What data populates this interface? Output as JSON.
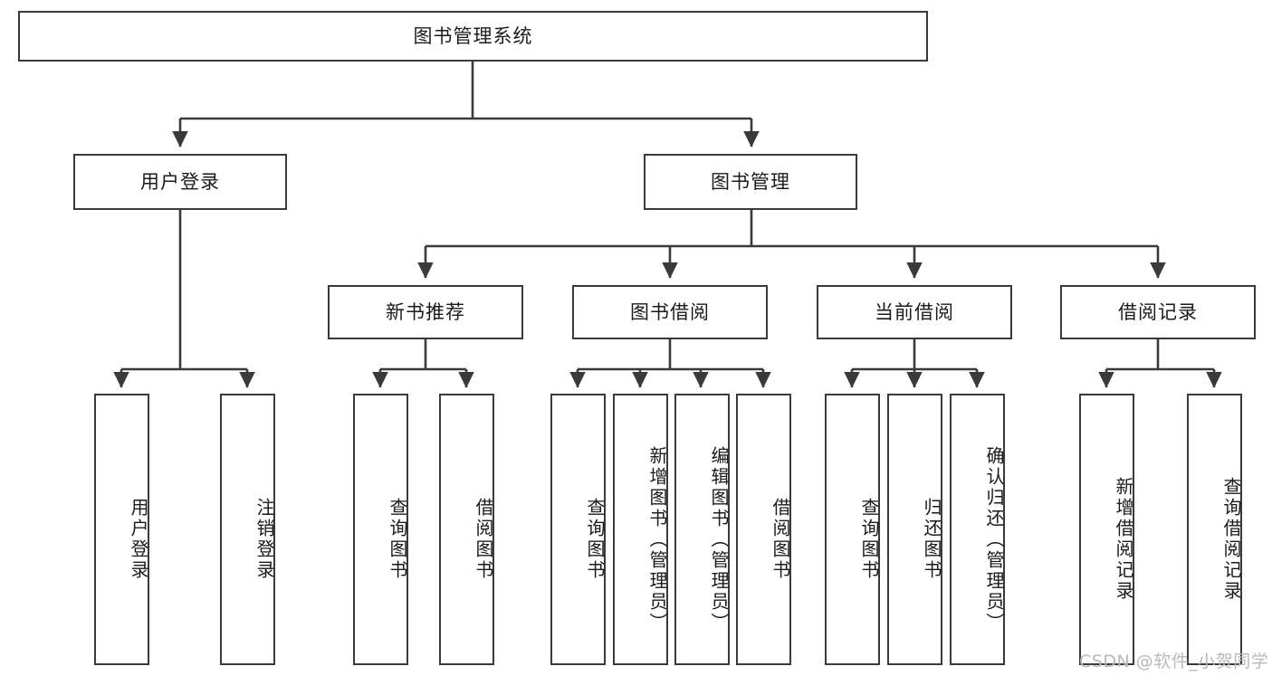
{
  "diagram": {
    "title": "图书管理系统",
    "type": "tree",
    "watermark": "CSDN @软件_小贺同学",
    "colors": {
      "border": "#3a3a3a",
      "fill": "#ffffff",
      "text": "#1b1b1b",
      "connector": "#3a3a3a",
      "watermark": "#b9b9b9"
    },
    "nodes": {
      "root": "图书管理系统",
      "level2": [
        "用户登录",
        "图书管理"
      ],
      "level3": [
        "新书推荐",
        "图书借阅",
        "当前借阅",
        "借阅记录"
      ],
      "leaves": {
        "user_login": [
          "用户登录",
          "注销登录"
        ],
        "new_book_recommend": [
          "查询图书",
          "借阅图书"
        ],
        "book_borrow": [
          "查询图书",
          "新增图书（管理员）",
          "编辑图书（管理员）",
          "借阅图书"
        ],
        "current_borrow": [
          "查询图书",
          "归还图书",
          "确认归还（管理员）"
        ],
        "borrow_record": [
          "新增借阅记录",
          "查询借阅记录"
        ]
      }
    }
  }
}
